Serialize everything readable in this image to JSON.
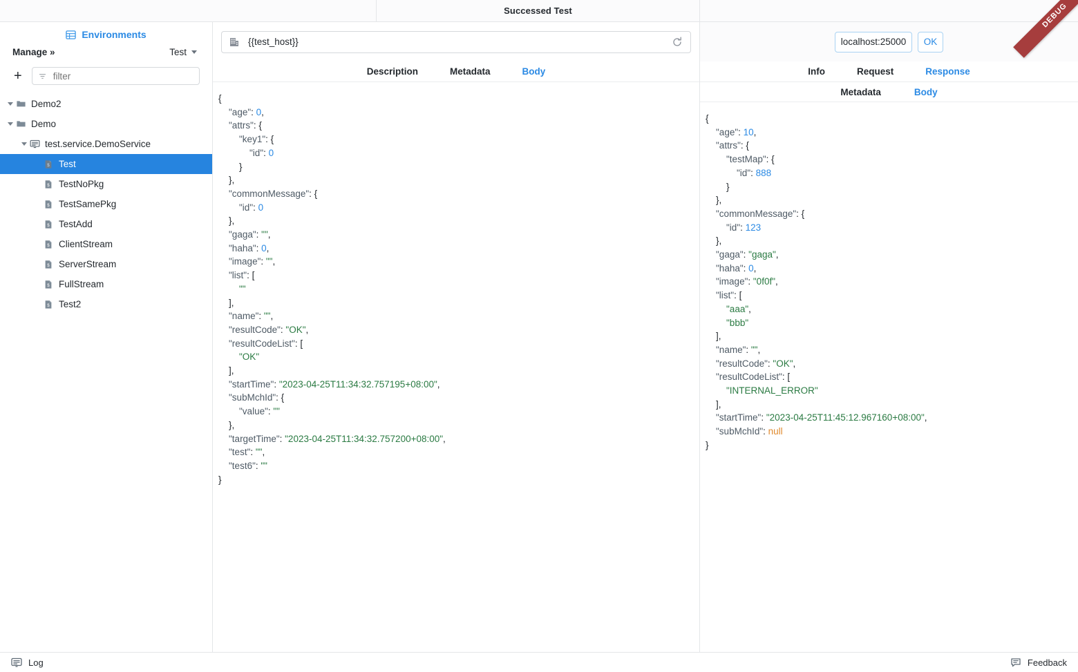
{
  "window": {
    "title": "Successed Test",
    "debug_ribbon": "DEBUG"
  },
  "sidebar": {
    "environments_label": "Environments",
    "environments_icon": "grid-icon",
    "manage_label": "Manage »",
    "env_selected": "Test",
    "add_label": "+",
    "filter_placeholder": "filter",
    "filter_value": "",
    "filter_icon": "filter-icon",
    "tree": [
      {
        "label": "Demo2",
        "icon": "folder-icon",
        "depth": 0,
        "expandable": true,
        "selected": false
      },
      {
        "label": "Demo",
        "icon": "folder-icon",
        "depth": 0,
        "expandable": true,
        "selected": false
      },
      {
        "label": "test.service.DemoService",
        "icon": "service-icon",
        "depth": 1,
        "expandable": true,
        "selected": false
      },
      {
        "label": "Test",
        "icon": "method-icon",
        "depth": 2,
        "expandable": false,
        "selected": true
      },
      {
        "label": "TestNoPkg",
        "icon": "method-icon",
        "depth": 2,
        "expandable": false,
        "selected": false
      },
      {
        "label": "TestSamePkg",
        "icon": "method-icon",
        "depth": 2,
        "expandable": false,
        "selected": false
      },
      {
        "label": "TestAdd",
        "icon": "method-icon",
        "depth": 2,
        "expandable": false,
        "selected": false
      },
      {
        "label": "ClientStream",
        "icon": "method-icon",
        "depth": 2,
        "expandable": false,
        "selected": false
      },
      {
        "label": "ServerStream",
        "icon": "method-icon",
        "depth": 2,
        "expandable": false,
        "selected": false
      },
      {
        "label": "FullStream",
        "icon": "method-icon",
        "depth": 2,
        "expandable": false,
        "selected": false
      },
      {
        "label": "Test2",
        "icon": "method-icon",
        "depth": 2,
        "expandable": false,
        "selected": false
      }
    ]
  },
  "request_panel": {
    "host_icon": "server-icon",
    "url_value": "{{test_host}}",
    "url_placeholder": "",
    "reload_icon": "refresh-icon",
    "tabs": [
      {
        "label": "Description",
        "active": false
      },
      {
        "label": "Metadata",
        "active": false
      },
      {
        "label": "Body",
        "active": true
      }
    ],
    "body_json": [
      {
        "indent": 0,
        "parts": [
          {
            "t": "{",
            "c": "pn"
          }
        ]
      },
      {
        "indent": 1,
        "parts": [
          {
            "t": "\"age\"",
            "c": "k"
          },
          {
            "t": ": ",
            "c": "pn"
          },
          {
            "t": "0",
            "c": "num"
          },
          {
            "t": ",",
            "c": "pn"
          }
        ]
      },
      {
        "indent": 1,
        "parts": [
          {
            "t": "\"attrs\"",
            "c": "k"
          },
          {
            "t": ": {",
            "c": "pn"
          }
        ]
      },
      {
        "indent": 2,
        "parts": [
          {
            "t": "\"key1\"",
            "c": "k"
          },
          {
            "t": ": {",
            "c": "pn"
          }
        ]
      },
      {
        "indent": 3,
        "parts": [
          {
            "t": "\"id\"",
            "c": "k"
          },
          {
            "t": ": ",
            "c": "pn"
          },
          {
            "t": "0",
            "c": "num"
          }
        ]
      },
      {
        "indent": 2,
        "parts": [
          {
            "t": "}",
            "c": "pn"
          }
        ]
      },
      {
        "indent": 1,
        "parts": [
          {
            "t": "},",
            "c": "pn"
          }
        ]
      },
      {
        "indent": 1,
        "parts": [
          {
            "t": "\"commonMessage\"",
            "c": "k"
          },
          {
            "t": ": {",
            "c": "pn"
          }
        ]
      },
      {
        "indent": 2,
        "parts": [
          {
            "t": "\"id\"",
            "c": "k"
          },
          {
            "t": ": ",
            "c": "pn"
          },
          {
            "t": "0",
            "c": "num"
          }
        ]
      },
      {
        "indent": 1,
        "parts": [
          {
            "t": "},",
            "c": "pn"
          }
        ]
      },
      {
        "indent": 1,
        "parts": [
          {
            "t": "\"gaga\"",
            "c": "k"
          },
          {
            "t": ": ",
            "c": "pn"
          },
          {
            "t": "\"\"",
            "c": "str"
          },
          {
            "t": ",",
            "c": "pn"
          }
        ]
      },
      {
        "indent": 1,
        "parts": [
          {
            "t": "\"haha\"",
            "c": "k"
          },
          {
            "t": ": ",
            "c": "pn"
          },
          {
            "t": "0",
            "c": "num"
          },
          {
            "t": ",",
            "c": "pn"
          }
        ]
      },
      {
        "indent": 1,
        "parts": [
          {
            "t": "\"image\"",
            "c": "k"
          },
          {
            "t": ": ",
            "c": "pn"
          },
          {
            "t": "\"\"",
            "c": "str"
          },
          {
            "t": ",",
            "c": "pn"
          }
        ]
      },
      {
        "indent": 1,
        "parts": [
          {
            "t": "\"list\"",
            "c": "k"
          },
          {
            "t": ": [",
            "c": "pn"
          }
        ]
      },
      {
        "indent": 2,
        "parts": [
          {
            "t": "\"\"",
            "c": "str"
          }
        ]
      },
      {
        "indent": 1,
        "parts": [
          {
            "t": "],",
            "c": "pn"
          }
        ]
      },
      {
        "indent": 1,
        "parts": [
          {
            "t": "\"name\"",
            "c": "k"
          },
          {
            "t": ": ",
            "c": "pn"
          },
          {
            "t": "\"\"",
            "c": "str"
          },
          {
            "t": ",",
            "c": "pn"
          }
        ]
      },
      {
        "indent": 1,
        "parts": [
          {
            "t": "\"resultCode\"",
            "c": "k"
          },
          {
            "t": ": ",
            "c": "pn"
          },
          {
            "t": "\"OK\"",
            "c": "str"
          },
          {
            "t": ",",
            "c": "pn"
          }
        ]
      },
      {
        "indent": 1,
        "parts": [
          {
            "t": "\"resultCodeList\"",
            "c": "k"
          },
          {
            "t": ": [",
            "c": "pn"
          }
        ]
      },
      {
        "indent": 2,
        "parts": [
          {
            "t": "\"OK\"",
            "c": "str"
          }
        ]
      },
      {
        "indent": 1,
        "parts": [
          {
            "t": "],",
            "c": "pn"
          }
        ]
      },
      {
        "indent": 1,
        "parts": [
          {
            "t": "\"startTime\"",
            "c": "k"
          },
          {
            "t": ": ",
            "c": "pn"
          },
          {
            "t": "\"2023-04-25T11:34:32.757195+08:00\"",
            "c": "str"
          },
          {
            "t": ",",
            "c": "pn"
          }
        ]
      },
      {
        "indent": 1,
        "parts": [
          {
            "t": "\"subMchId\"",
            "c": "k"
          },
          {
            "t": ": {",
            "c": "pn"
          }
        ]
      },
      {
        "indent": 2,
        "parts": [
          {
            "t": "\"value\"",
            "c": "k"
          },
          {
            "t": ": ",
            "c": "pn"
          },
          {
            "t": "\"\"",
            "c": "str"
          }
        ]
      },
      {
        "indent": 1,
        "parts": [
          {
            "t": "},",
            "c": "pn"
          }
        ]
      },
      {
        "indent": 1,
        "parts": [
          {
            "t": "\"targetTime\"",
            "c": "k"
          },
          {
            "t": ": ",
            "c": "pn"
          },
          {
            "t": "\"2023-04-25T11:34:32.757200+08:00\"",
            "c": "str"
          },
          {
            "t": ",",
            "c": "pn"
          }
        ]
      },
      {
        "indent": 1,
        "parts": [
          {
            "t": "\"test\"",
            "c": "k"
          },
          {
            "t": ": ",
            "c": "pn"
          },
          {
            "t": "\"\"",
            "c": "str"
          },
          {
            "t": ",",
            "c": "pn"
          }
        ]
      },
      {
        "indent": 1,
        "parts": [
          {
            "t": "\"test6\"",
            "c": "k"
          },
          {
            "t": ": ",
            "c": "pn"
          },
          {
            "t": "\"\"",
            "c": "str"
          }
        ]
      },
      {
        "indent": 0,
        "parts": [
          {
            "t": "}",
            "c": "pn"
          }
        ]
      }
    ]
  },
  "response_panel": {
    "address_value": "localhost:25000",
    "ok_label": "OK",
    "tabs": [
      {
        "label": "Info",
        "active": false
      },
      {
        "label": "Request",
        "active": false
      },
      {
        "label": "Response",
        "active": true
      }
    ],
    "subtabs": [
      {
        "label": "Metadata",
        "active": false
      },
      {
        "label": "Body",
        "active": true
      }
    ],
    "body_json": [
      {
        "indent": 0,
        "parts": [
          {
            "t": "{",
            "c": "pn"
          }
        ]
      },
      {
        "indent": 1,
        "parts": [
          {
            "t": "\"age\"",
            "c": "k"
          },
          {
            "t": ": ",
            "c": "pn"
          },
          {
            "t": "10",
            "c": "num"
          },
          {
            "t": ",",
            "c": "pn"
          }
        ]
      },
      {
        "indent": 1,
        "parts": [
          {
            "t": "\"attrs\"",
            "c": "k"
          },
          {
            "t": ": {",
            "c": "pn"
          }
        ]
      },
      {
        "indent": 2,
        "parts": [
          {
            "t": "\"testMap\"",
            "c": "k"
          },
          {
            "t": ": {",
            "c": "pn"
          }
        ]
      },
      {
        "indent": 3,
        "parts": [
          {
            "t": "\"id\"",
            "c": "k"
          },
          {
            "t": ": ",
            "c": "pn"
          },
          {
            "t": "888",
            "c": "num"
          }
        ]
      },
      {
        "indent": 2,
        "parts": [
          {
            "t": "}",
            "c": "pn"
          }
        ]
      },
      {
        "indent": 1,
        "parts": [
          {
            "t": "},",
            "c": "pn"
          }
        ]
      },
      {
        "indent": 1,
        "parts": [
          {
            "t": "\"commonMessage\"",
            "c": "k"
          },
          {
            "t": ": {",
            "c": "pn"
          }
        ]
      },
      {
        "indent": 2,
        "parts": [
          {
            "t": "\"id\"",
            "c": "k"
          },
          {
            "t": ": ",
            "c": "pn"
          },
          {
            "t": "123",
            "c": "num"
          }
        ]
      },
      {
        "indent": 1,
        "parts": [
          {
            "t": "},",
            "c": "pn"
          }
        ]
      },
      {
        "indent": 1,
        "parts": [
          {
            "t": "\"gaga\"",
            "c": "k"
          },
          {
            "t": ": ",
            "c": "pn"
          },
          {
            "t": "\"gaga\"",
            "c": "str"
          },
          {
            "t": ",",
            "c": "pn"
          }
        ]
      },
      {
        "indent": 1,
        "parts": [
          {
            "t": "\"haha\"",
            "c": "k"
          },
          {
            "t": ": ",
            "c": "pn"
          },
          {
            "t": "0",
            "c": "num"
          },
          {
            "t": ",",
            "c": "pn"
          }
        ]
      },
      {
        "indent": 1,
        "parts": [
          {
            "t": "\"image\"",
            "c": "k"
          },
          {
            "t": ": ",
            "c": "pn"
          },
          {
            "t": "\"0f0f\"",
            "c": "str"
          },
          {
            "t": ",",
            "c": "pn"
          }
        ]
      },
      {
        "indent": 1,
        "parts": [
          {
            "t": "\"list\"",
            "c": "k"
          },
          {
            "t": ": [",
            "c": "pn"
          }
        ]
      },
      {
        "indent": 2,
        "parts": [
          {
            "t": "\"aaa\"",
            "c": "str"
          },
          {
            "t": ",",
            "c": "pn"
          }
        ]
      },
      {
        "indent": 2,
        "parts": [
          {
            "t": "\"bbb\"",
            "c": "str"
          }
        ]
      },
      {
        "indent": 1,
        "parts": [
          {
            "t": "],",
            "c": "pn"
          }
        ]
      },
      {
        "indent": 1,
        "parts": [
          {
            "t": "\"name\"",
            "c": "k"
          },
          {
            "t": ": ",
            "c": "pn"
          },
          {
            "t": "\"\"",
            "c": "str"
          },
          {
            "t": ",",
            "c": "pn"
          }
        ]
      },
      {
        "indent": 1,
        "parts": [
          {
            "t": "\"resultCode\"",
            "c": "k"
          },
          {
            "t": ": ",
            "c": "pn"
          },
          {
            "t": "\"OK\"",
            "c": "str"
          },
          {
            "t": ",",
            "c": "pn"
          }
        ]
      },
      {
        "indent": 1,
        "parts": [
          {
            "t": "\"resultCodeList\"",
            "c": "k"
          },
          {
            "t": ": [",
            "c": "pn"
          }
        ]
      },
      {
        "indent": 2,
        "parts": [
          {
            "t": "\"INTERNAL_ERROR\"",
            "c": "str"
          }
        ]
      },
      {
        "indent": 1,
        "parts": [
          {
            "t": "],",
            "c": "pn"
          }
        ]
      },
      {
        "indent": 1,
        "parts": [
          {
            "t": "\"startTime\"",
            "c": "k"
          },
          {
            "t": ": ",
            "c": "pn"
          },
          {
            "t": "\"2023-04-25T11:45:12.967160+08:00\"",
            "c": "str"
          },
          {
            "t": ",",
            "c": "pn"
          }
        ]
      },
      {
        "indent": 1,
        "parts": [
          {
            "t": "\"subMchId\"",
            "c": "k"
          },
          {
            "t": ": ",
            "c": "pn"
          },
          {
            "t": "null",
            "c": "nul"
          }
        ]
      },
      {
        "indent": 0,
        "parts": [
          {
            "t": "}",
            "c": "pn"
          }
        ]
      }
    ]
  },
  "footer": {
    "log_label": "Log",
    "log_icon": "console-icon",
    "feedback_label": "Feedback",
    "feedback_icon": "comment-icon"
  },
  "colors": {
    "accent_blue": "#2b8ae4",
    "selection_blue": "#2684df",
    "string_green": "#2a7a42",
    "null_orange": "#e08a2e",
    "debug_red": "#a63d3d",
    "border_grey": "#e4e6e8"
  }
}
